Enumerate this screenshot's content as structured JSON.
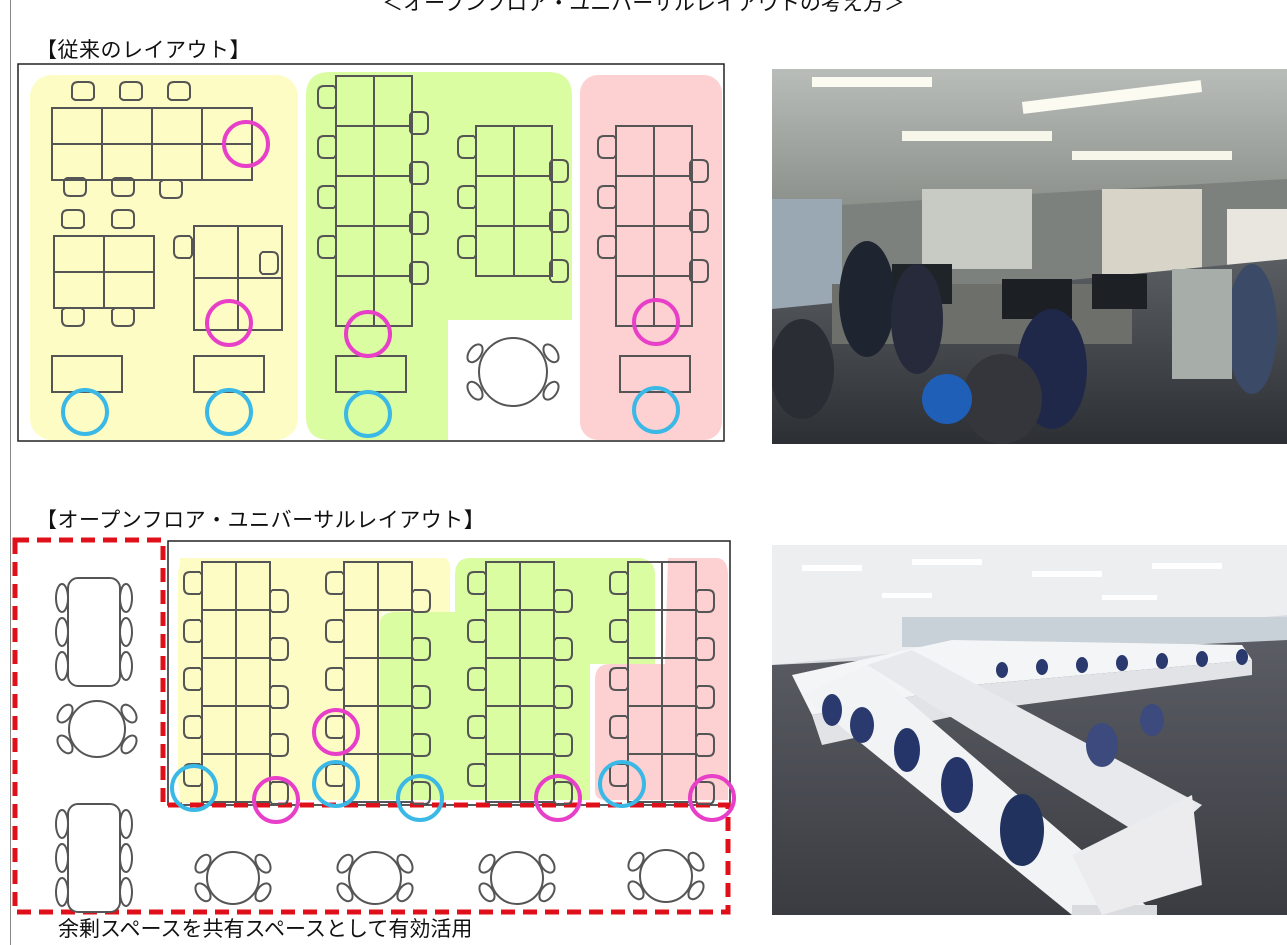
{
  "page_title_partial": "＜オープンフロア・ユニバーサルレイアウトの考え方＞",
  "sections": {
    "traditional": {
      "heading": "【従来のレイアウト】"
    },
    "open_floor": {
      "heading": "【オープンフロア・ユニバーサルレイアウト】"
    }
  },
  "caption": "余剰スペースを共有スペースとして有効活用",
  "photos": [
    {
      "name": "traditional-office-photo",
      "description_hidden": true
    },
    {
      "name": "open-floor-office-photo",
      "description_hidden": true
    }
  ],
  "colors": {
    "zone_yellow": "#fdfcc4",
    "zone_green": "#d9fda0",
    "zone_pink": "#fdd1d1",
    "magenta_circle": "#e83fc9",
    "cyan_circle": "#3ab8e6",
    "shared_space_border": "#e0101a",
    "furniture_stroke": "#555555"
  }
}
